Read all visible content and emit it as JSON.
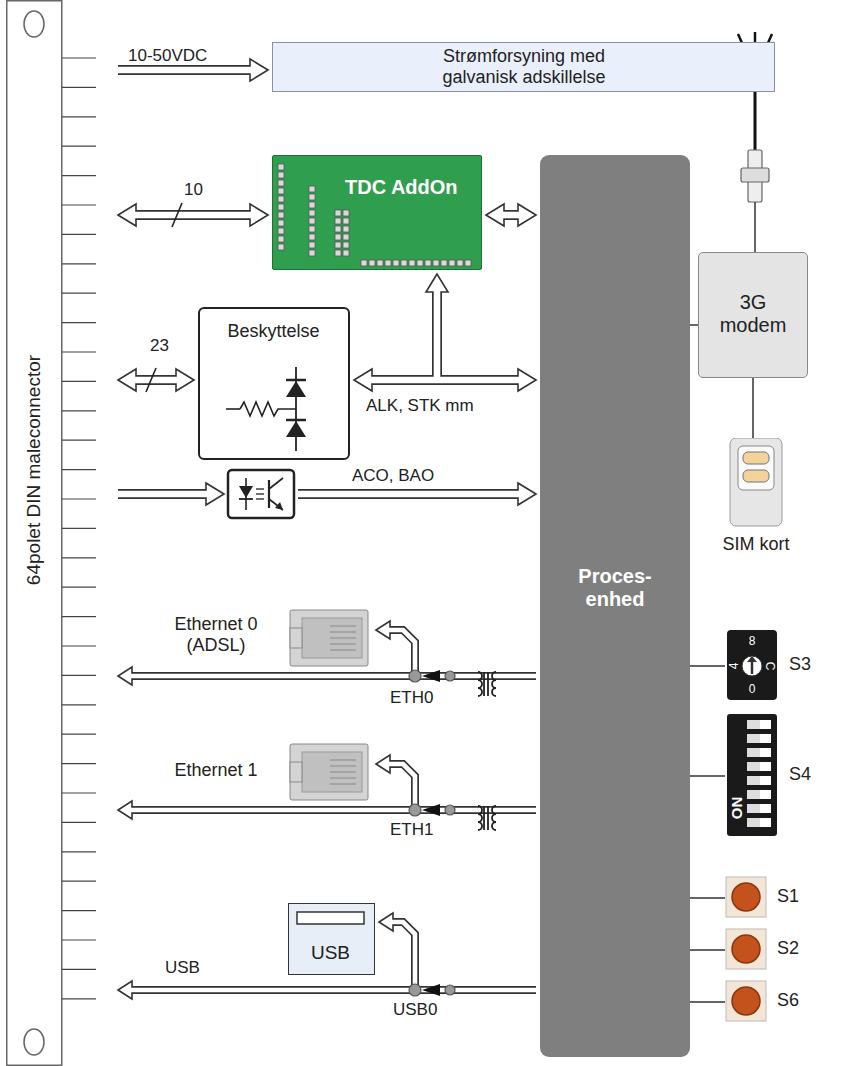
{
  "diagram": {
    "nodes": [
      {
        "text": [
          "64polet DIN maleconnector"
        ]
      },
      {
        "text": [
          "Strømforsyning med galvanisk adskillelse"
        ]
      },
      {
        "text": [
          "TDC AddOn"
        ]
      },
      {
        "text": [
          "Beskyttelse"
        ]
      },
      {
        "text": [
          "Proces- enhed"
        ]
      },
      {
        "text": [
          "3G modem"
        ]
      },
      {
        "text": [
          "SIM kort"
        ]
      },
      {
        "text": [
          "Ethernet 0 (ADSL)"
        ]
      },
      {
        "text": [
          "Ethernet 1"
        ]
      },
      {
        "text": [
          "USB"
        ]
      },
      {
        "text": [
          "S3"
        ]
      },
      {
        "text": [
          "S4"
        ]
      },
      {
        "text": [
          "S1"
        ]
      },
      {
        "text": [
          "S2"
        ]
      },
      {
        "text": [
          "S6"
        ]
      }
    ],
    "edges": [
      {
        "from": 0,
        "to": 1,
        "label": "10-50VDC",
        "arrow": "to"
      },
      {
        "from": 0,
        "to": 2,
        "label": "10",
        "arrow": "both"
      },
      {
        "from": 2,
        "to": 4,
        "arrow": "both"
      },
      {
        "from": 0,
        "to": 3,
        "label": "23",
        "arrow": "both"
      },
      {
        "from": 3,
        "to": 4,
        "label": "ALK, STK mm",
        "arrow": "both"
      },
      {
        "from": 3,
        "to": 2,
        "arrow": "to"
      },
      {
        "from": 0,
        "to": 4,
        "label": "ACO, BAO",
        "arrow": "to"
      },
      {
        "from": 4,
        "to": 0,
        "arrow": "to"
      },
      {
        "from": 4,
        "to": 7,
        "arrow": "to"
      },
      {
        "from": 4,
        "to": 0,
        "arrow": "to"
      },
      {
        "from": 4,
        "to": 8,
        "arrow": "to"
      },
      {
        "from": 4,
        "to": 0,
        "label": "USB",
        "arrow": "to"
      },
      {
        "from": 4,
        "to": 9,
        "arrow": "to"
      },
      {
        "from": 5,
        "to": 4,
        "arrow": "none"
      },
      {
        "from": 5,
        "to": 6,
        "arrow": "none"
      },
      {
        "from": 10,
        "to": 4,
        "arrow": "none"
      },
      {
        "from": 11,
        "to": 4,
        "arrow": "none"
      },
      {
        "from": 12,
        "to": 4,
        "arrow": "none"
      },
      {
        "from": 13,
        "to": 4,
        "arrow": "none"
      },
      {
        "from": 14,
        "to": 4,
        "arrow": "none"
      }
    ],
    "labels": [
      "ETH0",
      "ETH1",
      "USB0",
      "8",
      "4",
      "C",
      "0",
      "ON"
    ]
  }
}
